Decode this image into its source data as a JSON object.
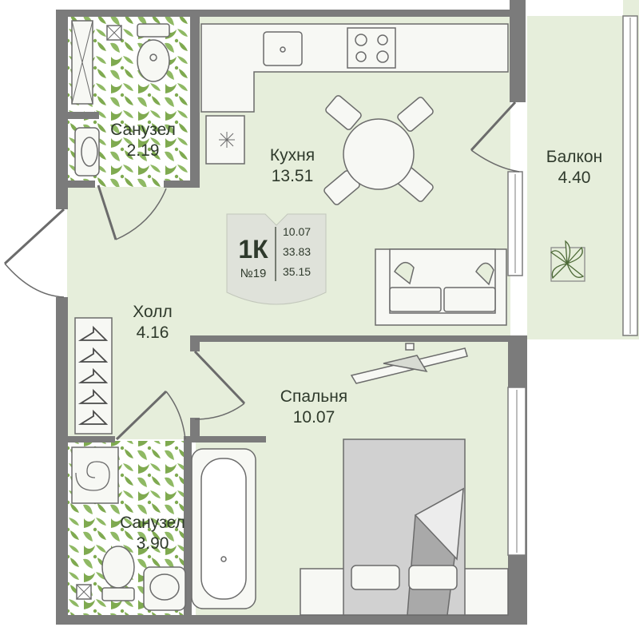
{
  "rooms": {
    "kitchen": {
      "name": "Кухня",
      "area": "13.51"
    },
    "balcony": {
      "name": "Балкон",
      "area": "4.40"
    },
    "bath_top": {
      "name": "Санузел",
      "area": "2.19"
    },
    "hall": {
      "name": "Холл",
      "area": "4.16"
    },
    "bedroom": {
      "name": "Спальня",
      "area": "10.07"
    },
    "bath_bottom": {
      "name": "Санузел",
      "area": "3.90"
    }
  },
  "badge": {
    "type": "1К",
    "number": "№19",
    "living_area": "10.07",
    "total_area": "33.83",
    "total_with_balcony": "35.15"
  },
  "colors": {
    "floor": "#e6eedb",
    "wall": "#7b7b7b",
    "tile_bg": "#ffffff",
    "tile_pattern": "#7faa50",
    "furniture_stroke": "#6b6b6b",
    "furniture_fill": "#f7f8f4",
    "badge_fill": "#dfe2da",
    "text": "#2f3a2c"
  }
}
